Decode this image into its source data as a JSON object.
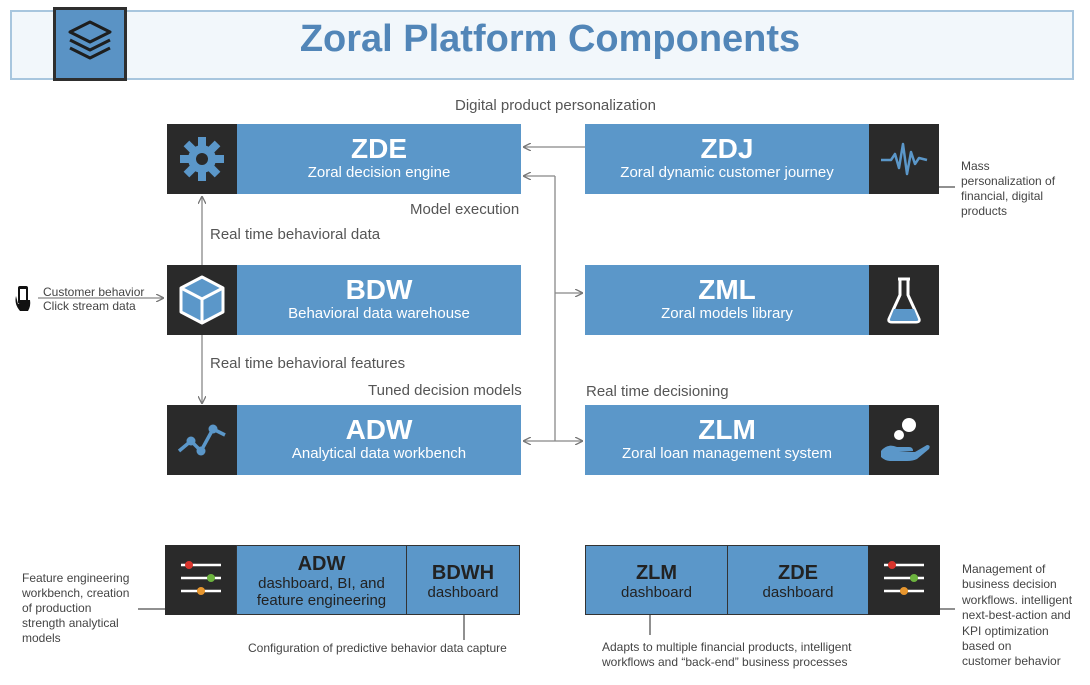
{
  "title": "Zoral Platform Components",
  "labels": {
    "digital_personalization": "Digital product personalization",
    "model_execution": "Model execution",
    "rt_behavioral_data": "Real time behavioral data",
    "rt_behavioral_features": "Real time behavioral features",
    "tuned_models": "Tuned decision models",
    "rt_decisioning": "Real time decisioning",
    "customer_behavior": "Customer behavior",
    "click_stream": "Click stream data"
  },
  "components": {
    "zde": {
      "code": "ZDE",
      "name": "Zoral decision engine"
    },
    "zdj": {
      "code": "ZDJ",
      "name": "Zoral dynamic customer journey"
    },
    "bdw": {
      "code": "BDW",
      "name": "Behavioral data warehouse"
    },
    "zml": {
      "code": "ZML",
      "name": "Zoral models library"
    },
    "adw": {
      "code": "ADW",
      "name": "Analytical data workbench"
    },
    "zlm": {
      "code": "ZLM",
      "name": "Zoral loan management system"
    }
  },
  "dashboards": {
    "adw": {
      "code": "ADW",
      "line1": "dashboard, BI, and",
      "line2": "feature engineering"
    },
    "bdwh": {
      "code": "BDWH",
      "line1": "dashboard"
    },
    "zlm": {
      "code": "ZLM",
      "line1": "dashboard"
    },
    "zde": {
      "code": "ZDE",
      "line1": "dashboard"
    }
  },
  "notes": {
    "mass_1": "Mass",
    "mass_2": "personalization of",
    "mass_3": "financial, digital",
    "mass_4": "products",
    "fe_1": "Feature engineering",
    "fe_2": "workbench,  creation",
    "fe_3": "of production",
    "fe_4": "strength analytical",
    "fe_5": "models",
    "config": "Configuration of predictive behavior data capture",
    "adapt_1": "Adapts to multiple financial products, intelligent",
    "adapt_2": "workflows and “back-end” business processes",
    "mgmt_1": "Management of",
    "mgmt_2": "business decision",
    "mgmt_3": "workflows. intelligent",
    "mgmt_4": "next-best-action and",
    "mgmt_5": "KPI optimization",
    "mgmt_6": "based on",
    "mgmt_7": "customer behavior"
  },
  "icons": {
    "logo": "layers-icon",
    "zde": "gear-icon",
    "zdj": "pulse-icon",
    "bdw": "cube-icon",
    "zml": "flask-icon",
    "adw": "line-chart-icon",
    "zlm": "hand-coins-icon",
    "sliders": "sliders-icon",
    "phone": "hand-phone-icon"
  },
  "colors": {
    "accent_blue": "#5b97c9",
    "title_blue": "#5286b8",
    "icon_dark": "#2a2a2a",
    "slider_red": "#d8342c",
    "slider_green": "#6cb33e",
    "slider_orange": "#e7962e"
  }
}
